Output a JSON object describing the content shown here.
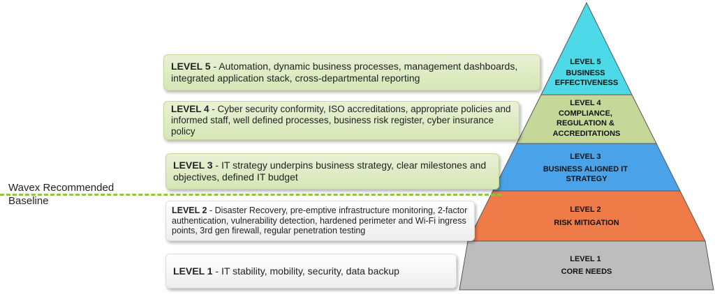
{
  "baseline": {
    "label": "Wavex Recommended Baseline"
  },
  "levels": [
    {
      "level": "LEVEL 5",
      "pyramid_lines": [
        "LEVEL 5",
        "BUSINESS",
        "EFFECTIVENESS"
      ],
      "description": " - Automation, dynamic business processes, management dashboards, integrated application stack, cross-departmental reporting",
      "color": "#4dd9e8"
    },
    {
      "level": "LEVEL 4",
      "pyramid_lines": [
        "LEVEL 4",
        "COMPLIANCE,",
        "REGULATION &",
        "ACCREDITATIONS"
      ],
      "description": " - Cyber security conformity, ISO accreditations, appropriate policies and informed staff, well defined processes, business risk register, cyber insurance policy",
      "color": "#c5d89a"
    },
    {
      "level": "LEVEL 3",
      "pyramid_lines": [
        "LEVEL 3",
        "BUSINESS ALIGNED IT",
        "STRATEGY"
      ],
      "description": " - IT strategy underpins business strategy, clear milestones and objectives, defined IT budget",
      "color": "#4aa3e8"
    },
    {
      "level": "LEVEL 2",
      "pyramid_lines": [
        "LEVEL 2",
        "RISK MITIGATION"
      ],
      "description": " - Disaster Recovery, pre-emptive infrastructure monitoring, 2-factor authentication, vulnerability detection, hardened perimeter and Wi-Fi ingress points, 3rd gen firewall, regular penetration testing",
      "color": "#ef7b48"
    },
    {
      "level": "LEVEL 1",
      "pyramid_lines": [
        "LEVEL 1",
        "CORE NEEDS"
      ],
      "description": " - IT stability, mobility, security, data backup",
      "color": "#bdbdbd"
    }
  ]
}
